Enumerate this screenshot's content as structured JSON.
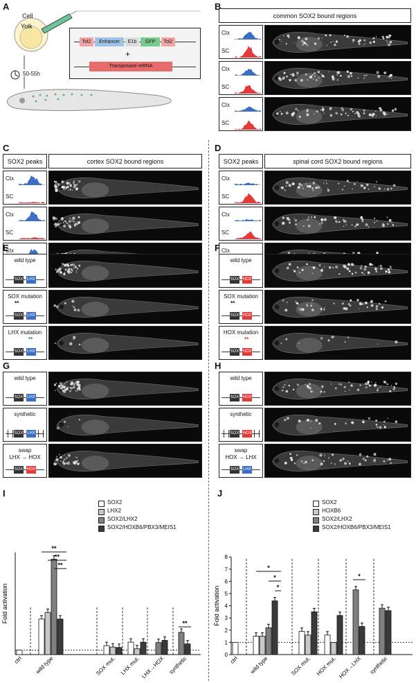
{
  "panels": {
    "A": "A",
    "B": "B",
    "C": "C",
    "D": "D",
    "E": "E",
    "F": "F",
    "G": "G",
    "H": "H",
    "I": "I",
    "J": "J"
  },
  "panelA": {
    "cell": "Cell",
    "yolk": "Yolk",
    "time": "50-55h",
    "construct": [
      "Tol2",
      "Enhancer",
      "E1b",
      "GFP",
      "Tol2"
    ],
    "plus": "+",
    "mrna": "Transposase mRNA"
  },
  "panelB": {
    "title": "common SOX2 bound regions"
  },
  "panelC": {
    "peaks": "SOX2 peaks",
    "title": "cortex SOX2 bound regions"
  },
  "panelD": {
    "peaks": "SOX2 peaks",
    "title": "spinal cord SOX2 bound regions"
  },
  "tracks": {
    "ctx": "Ctx",
    "sc": "SC"
  },
  "panelE": {
    "rows": [
      "wild type",
      "SOX mutation",
      "LHX mutation"
    ]
  },
  "panelF": {
    "rows": [
      "wild type",
      "SOX mutation",
      "HOX mutation"
    ]
  },
  "panelG": {
    "rows": [
      "wild type",
      "synthetic",
      "swap"
    ],
    "swap": "LHX → HOX"
  },
  "panelH": {
    "rows": [
      "wild type",
      "synthetic",
      "swap"
    ],
    "swap": "HOX → LHX"
  },
  "sites": {
    "sox": "SOX",
    "lhx": "LHX",
    "hox": "HOX",
    "stars": "**"
  },
  "colors": {
    "ctx": "#3a6fc4",
    "sc": "#e53a3a",
    "white": "#ffffff",
    "light": "#c8c8c8",
    "mid": "#808080",
    "dark": "#3a3a3a"
  },
  "chart_data": [
    {
      "type": "bar",
      "ylabel": "Fold activation",
      "series": [
        {
          "name": "SOX2"
        },
        {
          "name": "LHX2"
        },
        {
          "name": "SOX2/LHX2"
        },
        {
          "name": "SOX2/HOXB6/PBX3/MEIS1"
        }
      ],
      "categories": [
        "ctrl",
        "wild type",
        "SOX mut.",
        "LHX mut.",
        "LHX→HOX",
        "synthetic"
      ],
      "values": [
        [
          1
        ],
        [
          8,
          9.5,
          21.5,
          8
        ],
        [
          2,
          1.7,
          1.6
        ],
        [
          2.8,
          1.3,
          2.8
        ],
        [
          2.7,
          3.2
        ],
        [
          5,
          2.4
        ]
      ],
      "significance": [
        "**",
        "**",
        "**",
        "**"
      ]
    },
    {
      "type": "bar",
      "ylabel": "Fold activation",
      "yticks": [
        0,
        1,
        2,
        3,
        4,
        5,
        6,
        7,
        8
      ],
      "ylim": [
        0,
        8
      ],
      "series": [
        {
          "name": "SOX2"
        },
        {
          "name": "HOXB6"
        },
        {
          "name": "SOX2/LHX2"
        },
        {
          "name": "SOX2/HOXB6/PBX3/MEIS1"
        }
      ],
      "categories": [
        "ctrl",
        "wild type",
        "SOX mut.",
        "HOX mut.",
        "HOX→LHX",
        "synthetic"
      ],
      "values": [
        [
          1
        ],
        [
          1.5,
          1.5,
          2.2,
          4.4
        ],
        [
          1.9,
          1.6,
          3.5
        ],
        [
          1.6,
          1,
          3.2
        ],
        [
          5.3,
          2.3
        ],
        [
          3.8,
          3.6
        ]
      ],
      "significance": [
        "*",
        "*",
        "*",
        "*"
      ]
    }
  ]
}
